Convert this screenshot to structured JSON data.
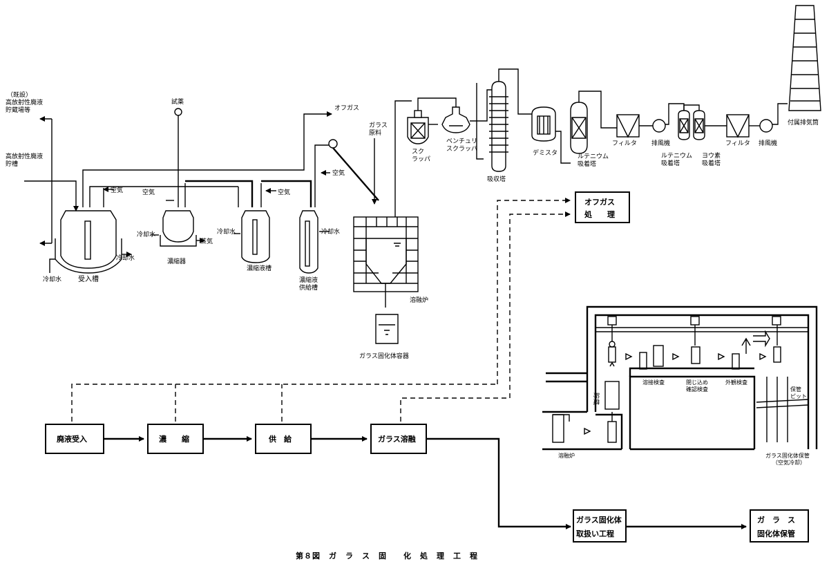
{
  "labels": {
    "storage_existing_1": "（既設）",
    "storage_existing_2": "高放射性廃液",
    "storage_existing_3": "貯蔵場等",
    "hlw_storage_1": "高放射性廃液",
    "hlw_storage_2": "貯槽",
    "reagent": "試薬",
    "offgas": "オフガス",
    "glass_raw_1": "ガラス",
    "glass_raw_2": "原料",
    "air": "空気",
    "cooling_water": "冷却水",
    "steam": "蒸気",
    "receiving_tank": "受入槽",
    "concentrator": "濃縮器",
    "conc_tank": "濃縮液槽",
    "feed_tank_1": "濃縮液",
    "feed_tank_2": "供給槽",
    "melter": "溶融炉",
    "glass_container": "ガラス固化体容器",
    "scrubber_1": "スク",
    "scrubber_2": "ラッパ",
    "venturi_1": "ベンチュリ",
    "venturi_2": "スクラッバ",
    "absorber": "吸収塔",
    "demister": "デミスタ",
    "ru_absorber_1": "ルテニウム",
    "ru_absorber_2": "吸着塔",
    "filter": "フィルタ",
    "blower": "排風機",
    "ru_absorber2_1": "ルテニウム",
    "ru_absorber2_2": "吸着塔",
    "iodine_absorber_1": "ヨウ素",
    "iodine_absorber_2": "吸着塔",
    "filter2": "フィルタ",
    "blower2": "排風機",
    "stack": "付属排気筒",
    "storage_inside": "貯蔵",
    "weld_inspect": "溶接検査",
    "seal_inspect_1": "閉じ込め",
    "seal_inspect_2": "確認検査",
    "visual_inspect": "外観検査",
    "pit_1": "保管",
    "pit_2": "ピット",
    "melter_area": "溶融炉",
    "glass_storage_1": "ガラス固化体保管",
    "glass_storage_2": "（空気冷却）"
  },
  "flow": {
    "offgas_box_1": "オフガス",
    "offgas_box_2": "処　　理",
    "receive": "廃液受入",
    "concentrate": "濃　　縮",
    "supply": "供　給",
    "melt": "ガラス溶融",
    "handling_1": "ガラス固化体",
    "handling_2": "取扱い工程",
    "storage_1": "ガ　ラ　ス",
    "storage_2": "固化体保管"
  },
  "caption": "第８図　ガ　ラ　ス　固　　化　処　理　工　程"
}
